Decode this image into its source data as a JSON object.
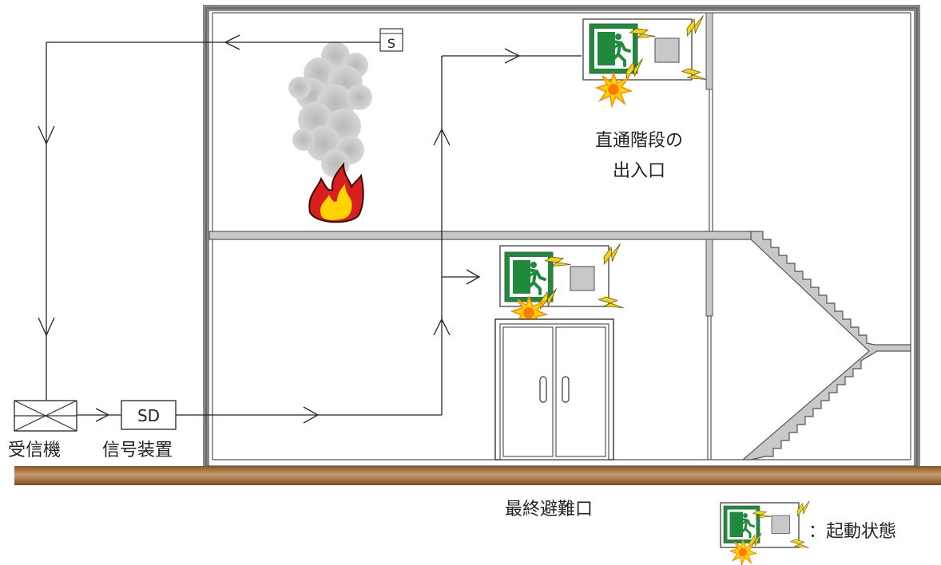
{
  "labels": {
    "receiver": "受信機",
    "signal_device": "信号装置",
    "sd_box": "SD",
    "smoke_detector": "S",
    "stair_exit_line1": "直通階段の",
    "stair_exit_line2": "出入口",
    "final_exit": "最終避難口",
    "legend_text": "：起動状態"
  },
  "colors": {
    "wall": "#888888",
    "ground": "#a06a3a",
    "exit_sign_green": "#1f8a3c",
    "flame_red": "#d81e1e",
    "flame_yellow": "#ffd400",
    "lightning": "#f3d21b",
    "starburst": "#f5a623",
    "smoke": "#c4c4c4"
  },
  "icons": [
    "smoke-detector-icon",
    "fire-icon",
    "smoke-icon",
    "exit-sign-icon",
    "strobe-light-icon",
    "lightning-icon",
    "starburst-icon",
    "receiver-icon"
  ]
}
